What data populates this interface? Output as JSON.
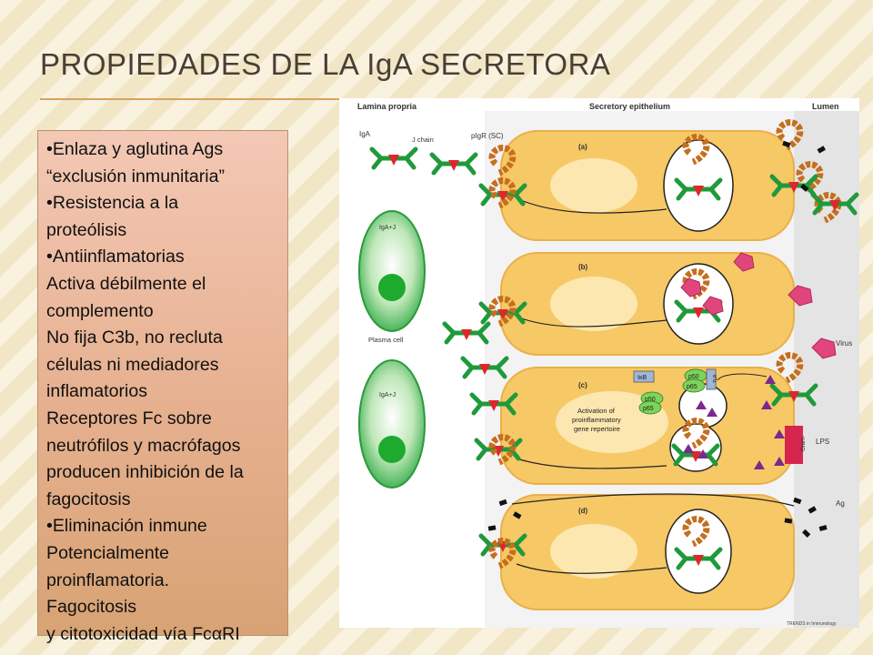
{
  "slide": {
    "title": "PROPIEDADES DE LA IgA SECRETORA",
    "text_lines": [
      "•Enlaza y aglutina Ags",
      "“exclusión inmunitaria”",
      "•Resistencia a la",
      "proteólisis",
      "•Antiinflamatorias",
      "Activa débilmente el",
      "complemento",
      "No fija C3b, no recluta",
      "células ni mediadores",
      "inflamatorios",
      "Receptores Fc sobre",
      "neutrófilos y macrófagos",
      "producen inhibición de la",
      "fagocitosis",
      "•Eliminación inmune",
      "Potencialmente",
      "proinflamatoria.",
      "Fagocitosis",
      "y citotoxicidad vía FcαRI"
    ]
  },
  "figure": {
    "header_left": "Lamina propria",
    "header_mid": "Secretory epithelium",
    "header_right": "Lumen",
    "label_iga": "IgA",
    "label_jchain": "J chain",
    "label_pigr": "pIgR (SC)",
    "label_iga_j_1": "IgA+J",
    "label_iga_j_2": "IgA+J",
    "label_plasma": "Plasma cell",
    "panel_a": "(a)",
    "panel_b": "(b)",
    "panel_c": "(c)",
    "panel_d": "(d)",
    "label_virus": "Virus",
    "label_lps": "LPS",
    "label_ag": "Ag",
    "label_ikb": "IκB",
    "label_p50_top": "p50",
    "label_p65_top": "p65",
    "label_p50_left": "p50",
    "label_p65_left": "p65",
    "label_tlr": "TLR",
    "label_gram": "Gram-",
    "activation_line1": "Activation of",
    "activation_line2": "proinflammatory",
    "activation_line3": "gene repertoire",
    "footer": "TRENDS in Immunology",
    "colors": {
      "cell_fill": "#f7c866",
      "cell_inner": "#fde7b0",
      "plasma_green": "#3bb54a",
      "antibody_green": "#1f9a3b",
      "sc_orange": "#d9822b",
      "virus_pink": "#e0457b",
      "lps_purple": "#7a2a8c",
      "gram_red": "#d6264d"
    }
  }
}
